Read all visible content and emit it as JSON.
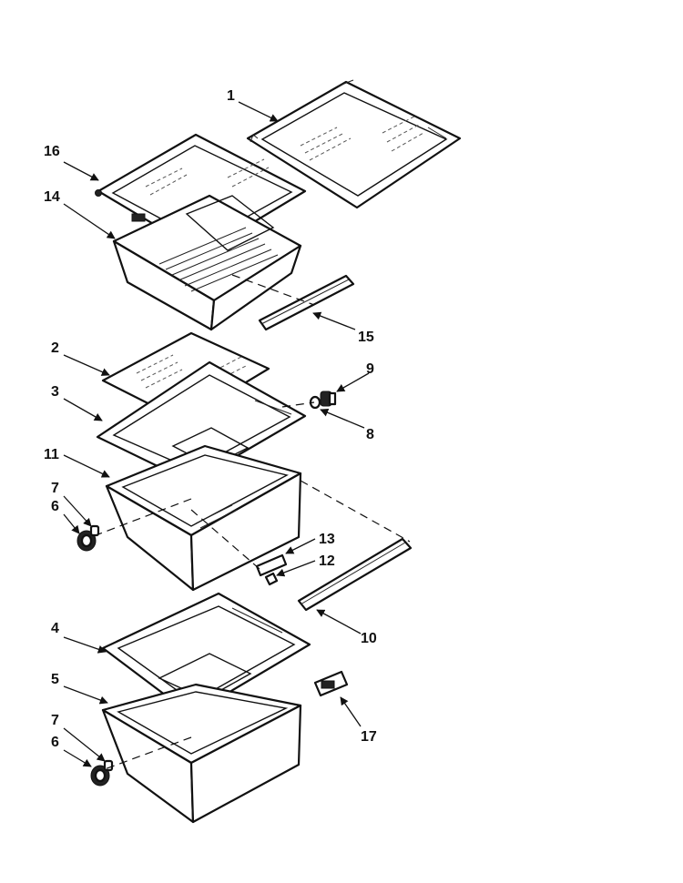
{
  "labels": {
    "l1": "1",
    "l16": "16",
    "l14": "14",
    "l15": "15",
    "l2": "2",
    "l9": "9",
    "l3": "3",
    "l8": "8",
    "l11": "11",
    "l7a": "7",
    "l6a": "6",
    "l13": "13",
    "l12": "12",
    "l10": "10",
    "l4": "4",
    "l5": "5",
    "l17": "17",
    "l7b": "7",
    "l6b": "6"
  }
}
